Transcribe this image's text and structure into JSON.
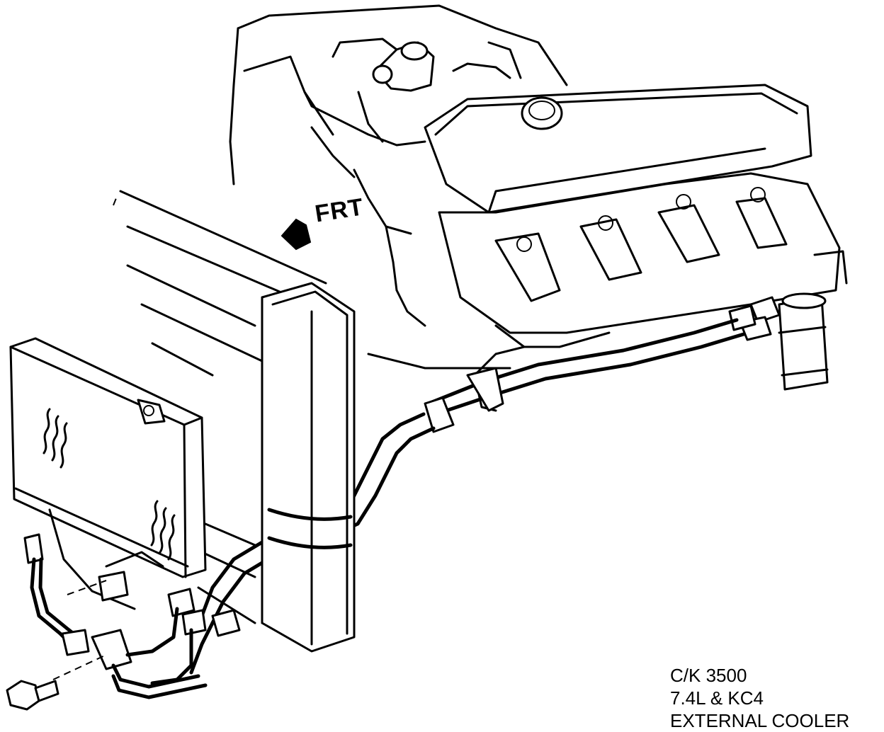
{
  "direction_label": "FRT",
  "caption": {
    "line1": "C/K 3500",
    "line2": "7.4L & KC4",
    "line3": "EXTERNAL COOLER"
  },
  "colors": {
    "ink": "#000000",
    "paper": "#ffffff"
  }
}
